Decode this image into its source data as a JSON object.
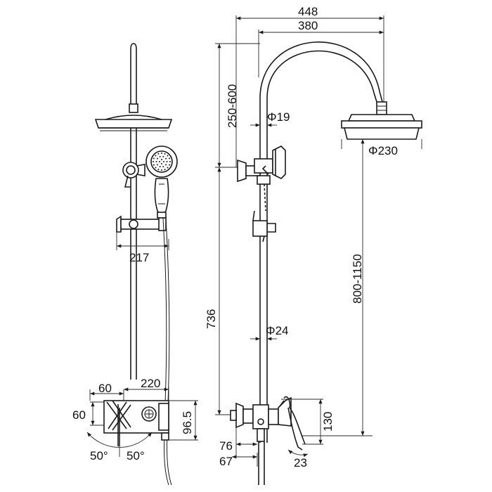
{
  "dimensions": {
    "overall_width": "448",
    "arm_span": "380",
    "arm_height_range": "250-600",
    "arm_diameter": "Φ19",
    "head_diameter": "Φ230",
    "bar_height_range": "800-1150",
    "total_height": "736",
    "pipe_diameter": "Φ24",
    "valve_height": "130",
    "offset_76": "76",
    "offset_67": "67",
    "spout_angle": "23",
    "slider_width": "217",
    "body_width": "220",
    "body_depth": "60",
    "body_height": "60",
    "body_height_2": "96.5",
    "handle_angle_left": "50°",
    "handle_angle_right": "50°"
  }
}
